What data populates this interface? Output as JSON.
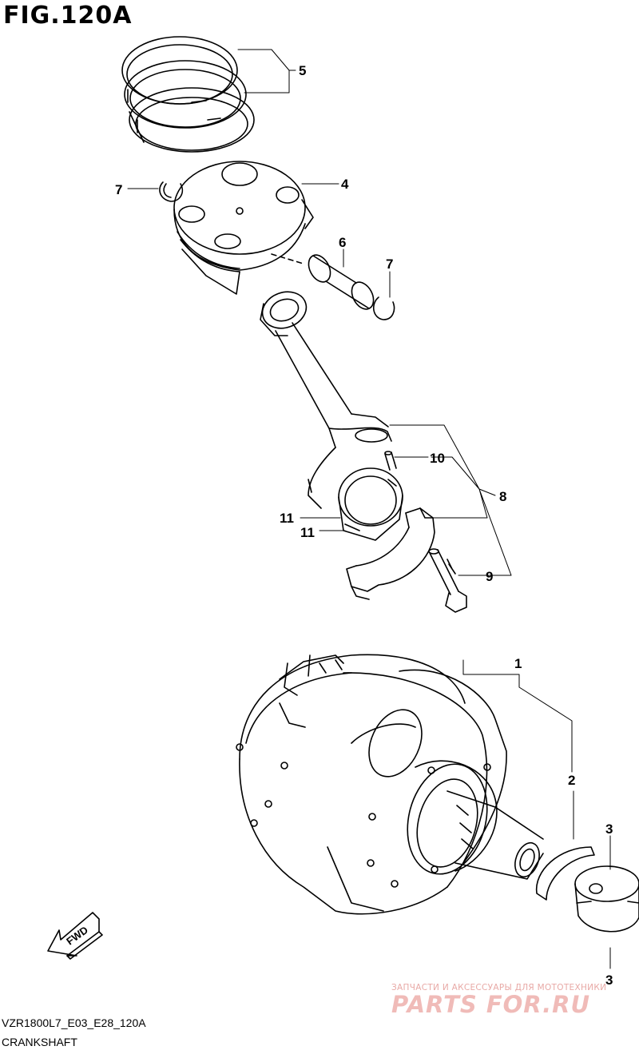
{
  "figure": {
    "title": "FIG.120A",
    "model_code": "VZR1800L7_E03_E28_120A",
    "section_name": "CRANKSHAFT"
  },
  "callouts": {
    "c5": "5",
    "c4": "4",
    "c7a": "7",
    "c6": "6",
    "c7b": "7",
    "c10": "10",
    "c8": "8",
    "c11a": "11",
    "c11b": "11",
    "c9": "9",
    "c1": "1",
    "c2": "2",
    "c3a": "3",
    "c3b": "3"
  },
  "fwd_label": "FWD",
  "watermark": {
    "line1": "ЗАПЧАСТИ И АКСЕССУАРЫ ДЛЯ МОТОТЕХНИКИ",
    "brand": "PARTS FOR.RU"
  }
}
